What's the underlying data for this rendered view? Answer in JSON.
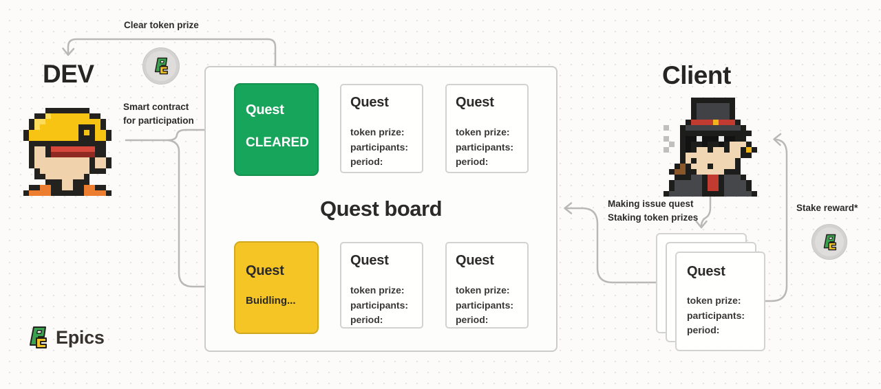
{
  "actors": {
    "dev": "DEV",
    "client": "Client"
  },
  "labels": {
    "clear_token_prize": "Clear token prize",
    "smart_contract_line1": "Smart contract",
    "smart_contract_line2": "for participation",
    "making_issue_quest": "Making issue quest",
    "staking_token_prizes": "Staking token prizes",
    "stake_reward": "Stake reward*"
  },
  "board": {
    "title": "Quest board",
    "cleared_card": {
      "title": "Quest",
      "status": "CLEARED",
      "color": "#17a45b"
    },
    "building_card": {
      "title": "Quest",
      "status": "Buidling...",
      "color": "#f5c425"
    },
    "open_card": {
      "title": "Quest",
      "fields": [
        "token prize:",
        "participants:",
        "period:"
      ]
    }
  },
  "stacked_card": {
    "title": "Quest",
    "fields": [
      "token prize:",
      "participants:",
      "period:"
    ]
  },
  "brand": {
    "name": "Epics",
    "logo_green": "#3aa24f",
    "logo_yellow": "#f5c425"
  },
  "colors": {
    "arrow": "#b9b8b5",
    "quest_cleared_green": "#17a45b",
    "quest_building_yellow": "#f5c425"
  },
  "pixel_art": {
    "dev": {
      "cell": 8,
      "palette": {
        "K": "#23221f",
        "L": "#fddc5c",
        "Y": "#f8c414",
        "R": "#d6473c",
        "r": "#8e2a22",
        "S": "#f0d3ac",
        "O": "#ee7e2f"
      },
      "rows": [
        "....KKKKKKKK....",
        "..KKLYYYYYYYKK..",
        ".KLLYYYYYYYYYYK.",
        ".KLYYYYYYYKKKYK.",
        "KYYYYYYYYYKYKYYK",
        "KYYYYYYYYYKKKYYK",
        ".KKKKKKKKKKKKKK.",
        ".KSSKRRRRRRRRKK.",
        ".KSSKrrrrrrrrKK.",
        ".KSSSSSSSSSSKSSK",
        ".KSSSSSSSSSSKSSK",
        "..KSSSSSSSSSKKK.",
        "..KKSSSSSSSK....",
        "....KKKSSKKK....",
        ".KKOOKKSSKKOOKK.",
        "KOOOOKKKKKKOOOOK"
      ]
    },
    "client": {
      "cell": 8,
      "palette": {
        "K": "#1d1d1b",
        "H": "#414246",
        "R": "#c23b30",
        "G": "#f1b51c",
        "B": "#121212",
        "W": "#e9e9e9",
        "S": "#f0d6b2",
        "P": "#8a572a",
        "C": "#46474b",
        "T": "#c23b30",
        "m": "#bfbfbd"
      },
      "rows": [
        ".....KKKKKKKK....",
        ".....KHHHHHHK....",
        ".....KHHHHHHK....",
        ".....KHHHHHHK....",
        "....KRRRRGRRRK...",
        "m..KHHHHHHHHHHK..",
        "...KKKKKKKKKKKKK.",
        "m..KBBWBBBWBBKK..",
        ".m.KBKKBKKBKSSSK.",
        "m..KBKSSKSSKSSKGK",
        "...KSSSSSSSSSSKK.",
        "...KSKSSSSSSSK...",
        "..KPKSSSKSSSSK...",
        ".KPPKKSSSSSKKK...",
        "..KKKCCKTTKCCCK..",
        ".KCCCCCKTTKCCCCK.",
        ".KCCCCCKTTKCCCCK.",
        "KCCCCCCKKKKCCCCCK"
      ]
    }
  }
}
